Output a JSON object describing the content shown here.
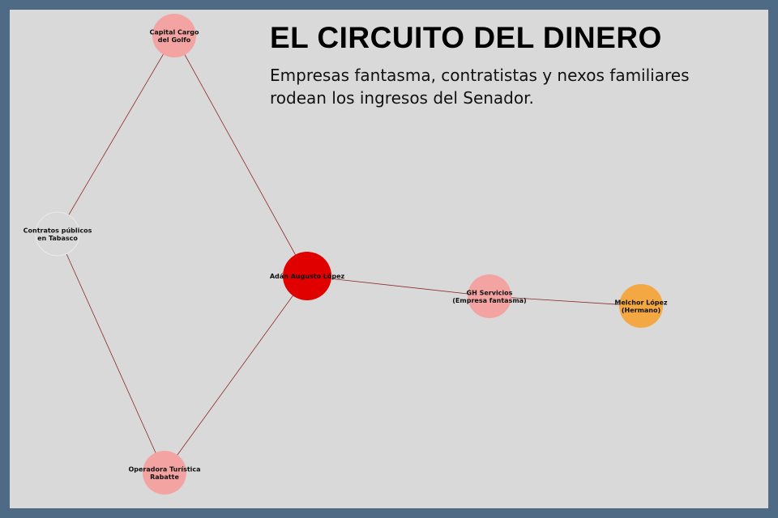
{
  "header": {
    "title": "EL CIRCUITO DEL DINERO",
    "subtitle": "Empresas fantasma, contratistas y nexos familiares rodean los ingresos del Senador."
  },
  "colors": {
    "frame": "#4f6a85",
    "background": "#d9d9d9",
    "edge": "#8b2a2a",
    "central": "#e00000",
    "company": "#f4a3a3",
    "family": "#f4a843",
    "neutral": "#d9d9d9"
  },
  "nodes": [
    {
      "id": "adan",
      "lines": [
        "Adán Augusto López"
      ],
      "type": "central"
    },
    {
      "id": "capital",
      "lines": [
        "Capital Cargo",
        "del Golfo"
      ],
      "type": "company"
    },
    {
      "id": "contratos",
      "lines": [
        "Contratos públicos",
        "en Tabasco"
      ],
      "type": "neutral"
    },
    {
      "id": "operadora",
      "lines": [
        "Operadora Turística",
        "Rabatte"
      ],
      "type": "company"
    },
    {
      "id": "gh",
      "lines": [
        "GH Servicios",
        "(Empresa fantasma)"
      ],
      "type": "company"
    },
    {
      "id": "melchor",
      "lines": [
        "Melchor López",
        "(Hermano)"
      ],
      "type": "family"
    }
  ],
  "edges": [
    [
      "capital",
      "contratos"
    ],
    [
      "capital",
      "adan"
    ],
    [
      "contratos",
      "operadora"
    ],
    [
      "operadora",
      "adan"
    ],
    [
      "adan",
      "gh"
    ],
    [
      "gh",
      "melchor"
    ]
  ]
}
